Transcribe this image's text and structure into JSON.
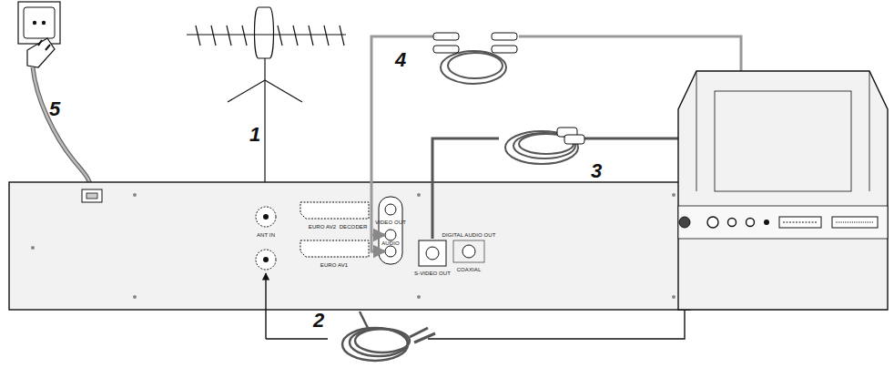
{
  "diagram": {
    "labels": [
      "1",
      "2",
      "3",
      "4",
      "5",
      "ANT IN",
      "EURO AV2",
      "DECODER",
      "EURO AV1",
      "VIDEO OUT",
      "AUDIO",
      "S-VIDEO OUT",
      "DIGITAL AUDIO OUT",
      "COAXIAL"
    ]
  }
}
